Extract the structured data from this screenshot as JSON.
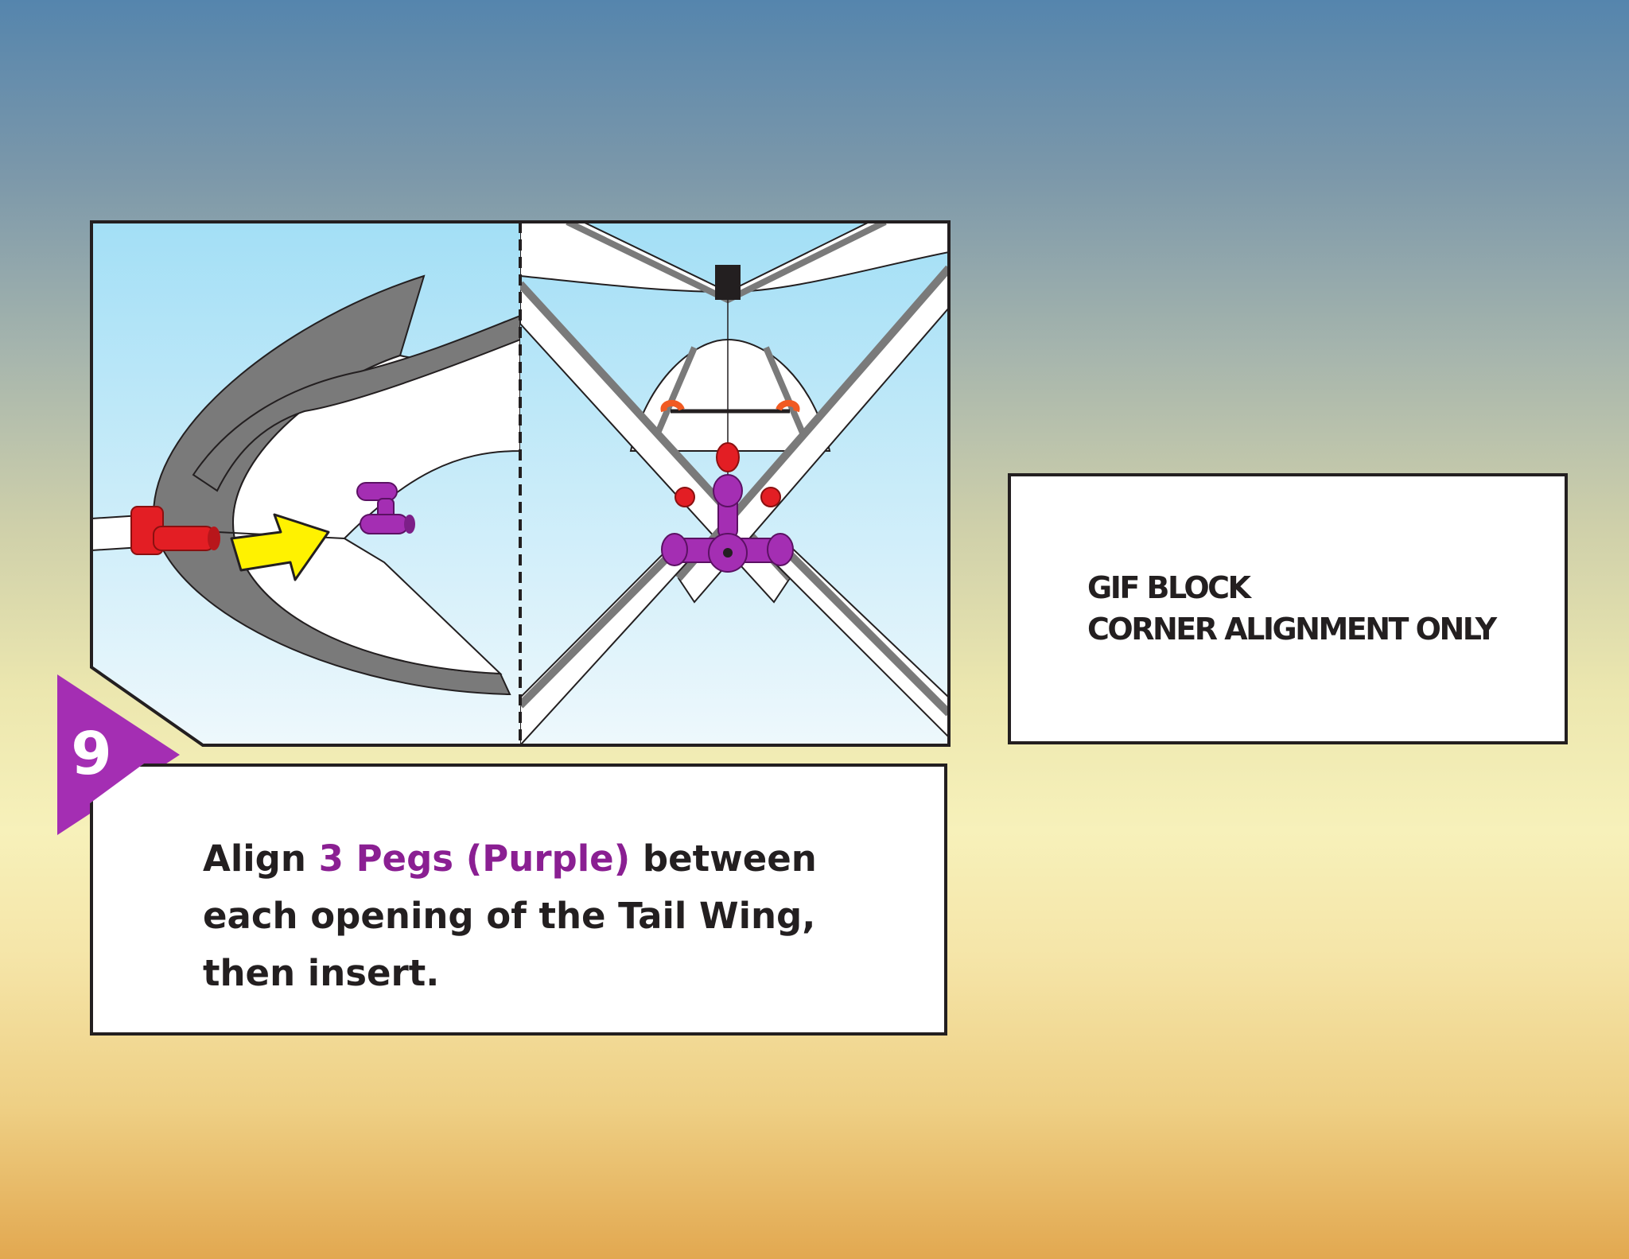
{
  "step": {
    "number": "9",
    "badge_color": "#a42eb3"
  },
  "instruction": {
    "text_before": "Align ",
    "highlight": "3 Pegs (Purple)",
    "text_after": " between each opening of the Tail Wing, then insert.",
    "highlight_color": "#8a1f92"
  },
  "gif_block": {
    "line1": "GIF BLOCK",
    "line2": "CORNER ALIGNMENT ONLY"
  },
  "illustration": {
    "left_panel": {
      "wing_icon": "tail-wing",
      "arrow_icon": "yellow-arrow",
      "peg_icon": "purple-peg",
      "connector_icon": "red-connector"
    },
    "right_panel": {
      "view_icon": "rear-view-tail-wing",
      "peg_icon": "three-purple-pegs"
    },
    "colors": {
      "peg": "#a42eb3",
      "connector": "#e31e24",
      "arrow": "#fff200",
      "elastic": "#f15a22",
      "sky_top": "#a3dff6",
      "sky_bottom": "#eef8fc"
    }
  }
}
